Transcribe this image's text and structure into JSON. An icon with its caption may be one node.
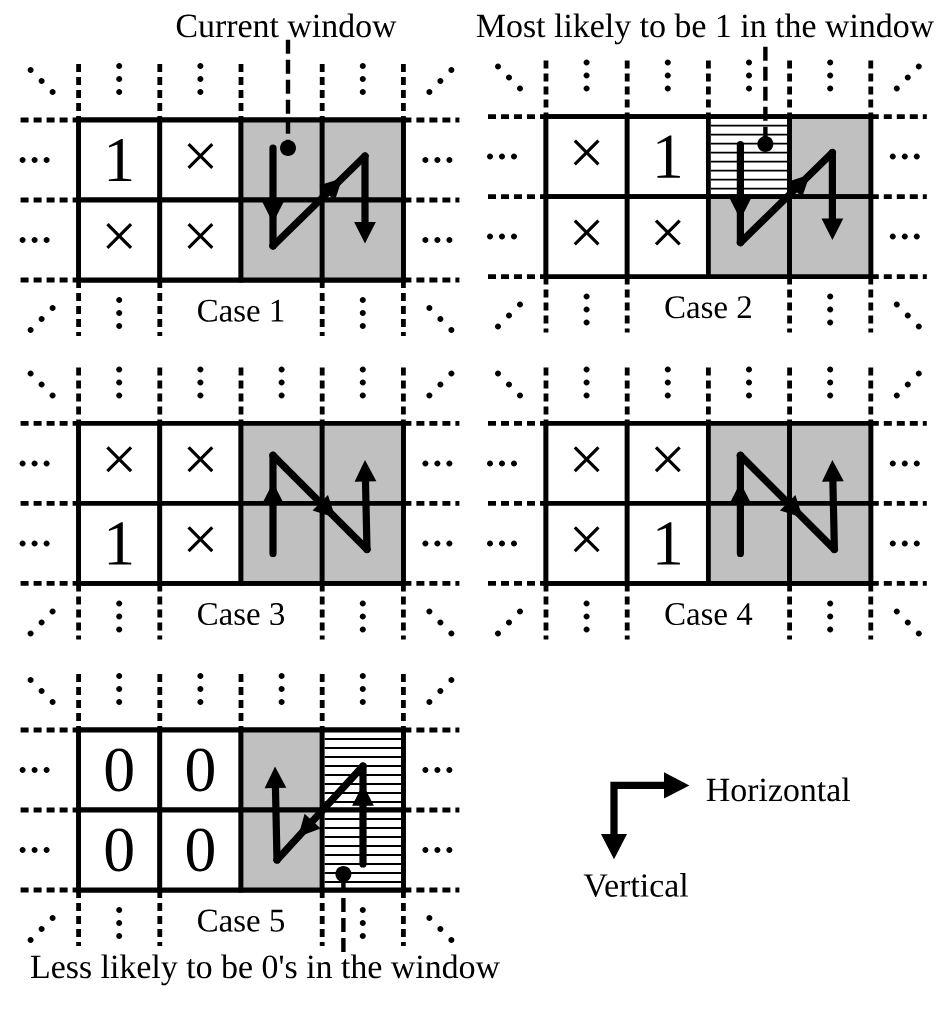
{
  "diagram": {
    "nodes": [
      {
        "text": [
          "Current window"
        ]
      },
      {
        "text": [
          "Most likely to be 1 in the window"
        ]
      },
      {
        "text": [],
        "shape": "box",
        "beside": [
          "Case 1"
        ]
      },
      {
        "text": [
          "1"
        ],
        "in": 2
      },
      {
        "text": [
          "×"
        ],
        "in": 2
      },
      {
        "text": [],
        "shape": "box",
        "in": 2
      },
      {
        "text": [],
        "shape": "box",
        "in": 2
      },
      {
        "text": [
          "×"
        ],
        "in": 2
      },
      {
        "text": [
          "×"
        ],
        "in": 2
      },
      {
        "text": [],
        "shape": "box",
        "in": 2
      },
      {
        "text": [],
        "shape": "box",
        "in": 2
      },
      {
        "text": [],
        "shape": "box",
        "beside": [
          "Case 2"
        ]
      },
      {
        "text": [
          "×"
        ],
        "in": 11
      },
      {
        "text": [
          "1"
        ],
        "in": 11
      },
      {
        "text": [],
        "shape": "box",
        "in": 11
      },
      {
        "text": [],
        "shape": "box",
        "in": 11
      },
      {
        "text": [
          "×"
        ],
        "in": 11
      },
      {
        "text": [
          "×"
        ],
        "in": 11
      },
      {
        "text": [],
        "shape": "box",
        "in": 11
      },
      {
        "text": [],
        "shape": "box",
        "in": 11
      },
      {
        "text": [],
        "shape": "box",
        "beside": [
          "Case 3"
        ]
      },
      {
        "text": [
          "×"
        ],
        "in": 20
      },
      {
        "text": [
          "×"
        ],
        "in": 20
      },
      {
        "text": [],
        "shape": "box",
        "in": 20
      },
      {
        "text": [],
        "shape": "box",
        "in": 20
      },
      {
        "text": [
          "1"
        ],
        "in": 20
      },
      {
        "text": [
          "×"
        ],
        "in": 20
      },
      {
        "text": [],
        "shape": "box",
        "in": 20
      },
      {
        "text": [],
        "shape": "box",
        "in": 20
      },
      {
        "text": [],
        "shape": "box",
        "beside": [
          "Case 4"
        ]
      },
      {
        "text": [
          "×"
        ],
        "in": 29
      },
      {
        "text": [
          "×"
        ],
        "in": 29
      },
      {
        "text": [],
        "shape": "box",
        "in": 29
      },
      {
        "text": [],
        "shape": "box",
        "in": 29
      },
      {
        "text": [
          "×"
        ],
        "in": 29
      },
      {
        "text": [
          "1"
        ],
        "in": 29
      },
      {
        "text": [],
        "shape": "box",
        "in": 29
      },
      {
        "text": [],
        "shape": "box",
        "in": 29
      },
      {
        "text": [],
        "shape": "box",
        "beside": [
          "Case 5"
        ]
      },
      {
        "text": [
          "0"
        ],
        "in": 38
      },
      {
        "text": [
          "0"
        ],
        "in": 38
      },
      {
        "text": [],
        "shape": "box",
        "in": 38
      },
      {
        "text": [],
        "shape": "box",
        "in": 38
      },
      {
        "text": [
          "0"
        ],
        "in": 38
      },
      {
        "text": [
          "0"
        ],
        "in": 38
      },
      {
        "text": [],
        "shape": "box",
        "in": 38
      },
      {
        "text": [],
        "shape": "box",
        "in": 38
      },
      {
        "text": [
          "Less likely to be 0's in the window"
        ]
      }
    ],
    "edges": [
      {
        "from": 0,
        "to": 5,
        "arrow": "other",
        "style": "dashed"
      },
      {
        "from": 1,
        "to": 14,
        "arrow": "other",
        "style": "dashed"
      },
      {
        "from": 47,
        "to": 46,
        "arrow": "other",
        "style": "dashed"
      },
      {
        "from": 5,
        "to": 9,
        "arrow": "to"
      },
      {
        "from": 9,
        "to": 6,
        "arrow": "to"
      },
      {
        "from": 6,
        "to": 10,
        "arrow": "to"
      },
      {
        "from": 14,
        "to": 18,
        "arrow": "to"
      },
      {
        "from": 18,
        "to": 15,
        "arrow": "to"
      },
      {
        "from": 15,
        "to": 19,
        "arrow": "to"
      },
      {
        "from": 27,
        "to": 23,
        "arrow": "to"
      },
      {
        "from": 23,
        "to": 28,
        "arrow": "to"
      },
      {
        "from": 28,
        "to": 24,
        "arrow": "to"
      },
      {
        "from": 36,
        "to": 32,
        "arrow": "to"
      },
      {
        "from": 32,
        "to": 37,
        "arrow": "to"
      },
      {
        "from": 37,
        "to": 33,
        "arrow": "to"
      },
      {
        "from": 46,
        "to": 42,
        "arrow": "to"
      },
      {
        "from": 42,
        "to": 45,
        "arrow": "to"
      },
      {
        "from": 45,
        "to": 41,
        "arrow": "to"
      }
    ],
    "labels": [
      "Horizontal",
      "Vertical"
    ]
  }
}
